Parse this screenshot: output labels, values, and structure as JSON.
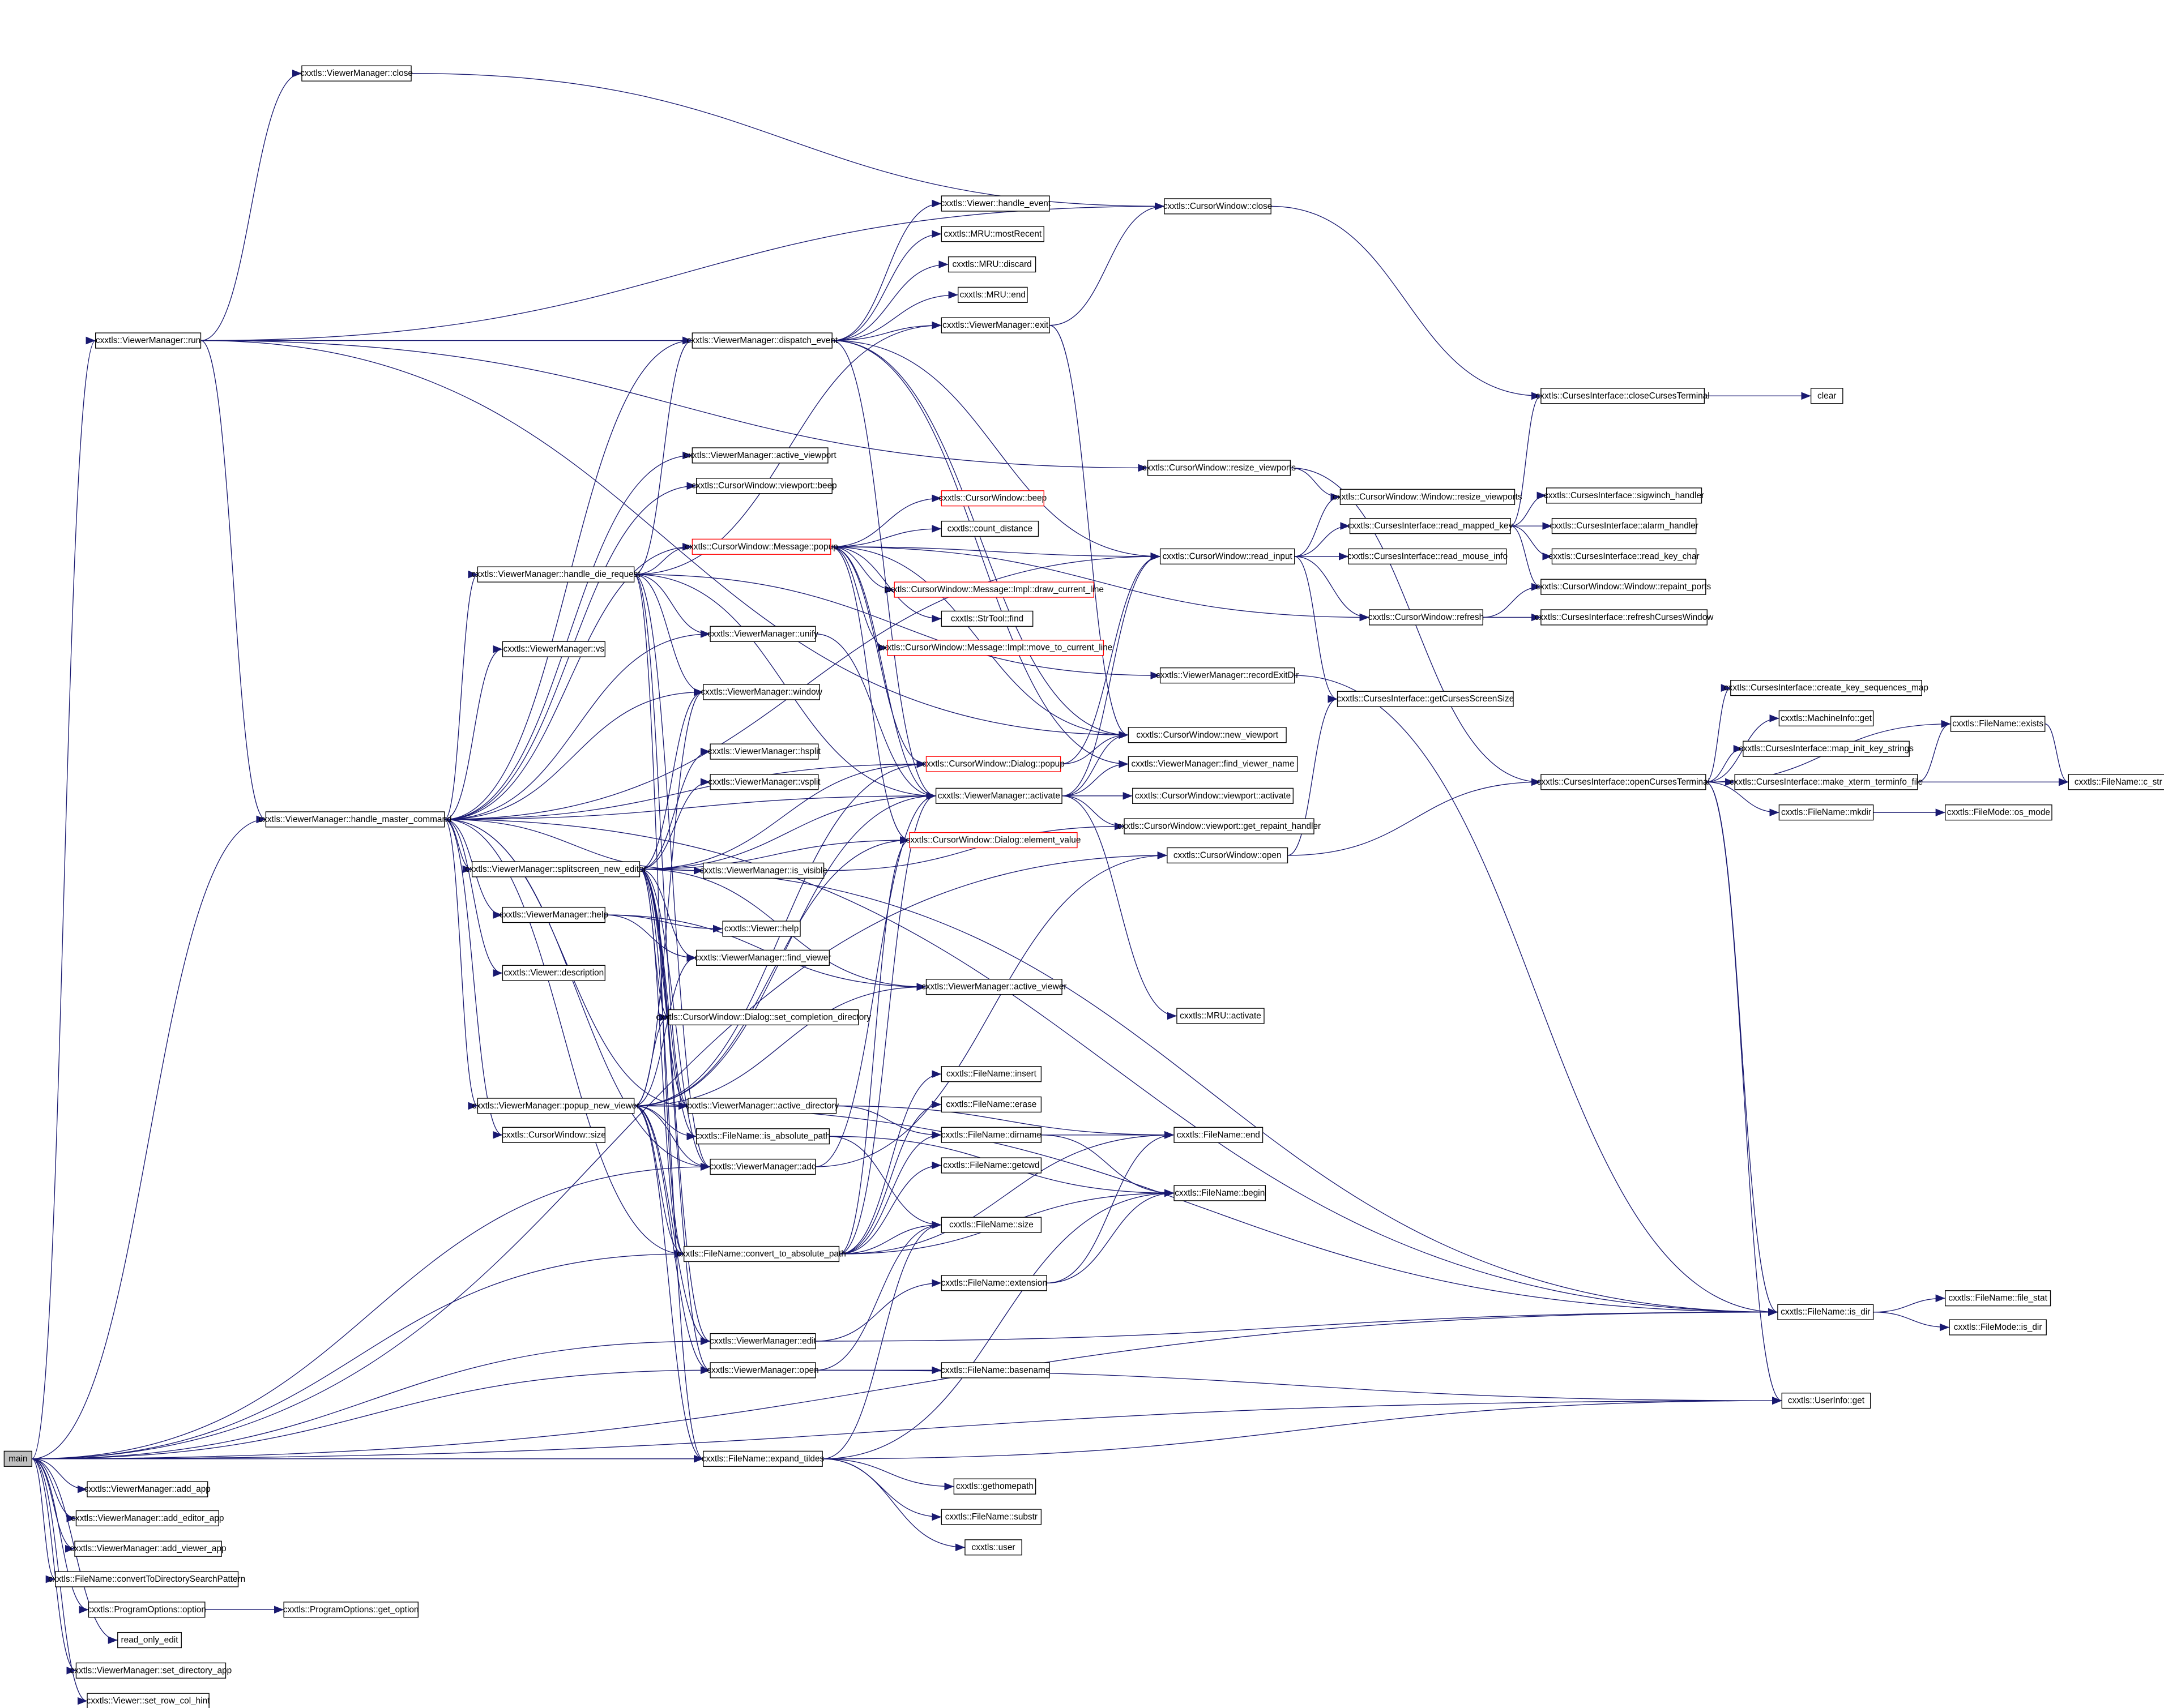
{
  "edge_color": "#191970",
  "nodes": [
    {
      "id": "main",
      "label": "main",
      "style": "root"
    },
    {
      "id": "vm_close",
      "label": "cxxtls::ViewerManager::close"
    },
    {
      "id": "vm_run",
      "label": "cxxtls::ViewerManager::run"
    },
    {
      "id": "vm_hmc",
      "label": "cxxtls::ViewerManager::handle_master_command"
    },
    {
      "id": "vm_dispatch",
      "label": "cxxtls::ViewerManager::dispatch_event"
    },
    {
      "id": "viewer_handle",
      "label": "cxxtls::Viewer::handle_event"
    },
    {
      "id": "mru_recent",
      "label": "cxxtls::MRU::mostRecent"
    },
    {
      "id": "mru_discard",
      "label": "cxxtls::MRU::discard"
    },
    {
      "id": "mru_end",
      "label": "cxxtls::MRU::end"
    },
    {
      "id": "vm_exit",
      "label": "cxxtls::ViewerManager::exit"
    },
    {
      "id": "cw_close",
      "label": "cxxtls::CursorWindow::close"
    },
    {
      "id": "ci_close",
      "label": "cxxtls::CursesInterface::closeCursesTerminal"
    },
    {
      "id": "clear",
      "label": "clear"
    },
    {
      "id": "cw_resize",
      "label": "cxxtls::CursorWindow::resize_viewports"
    },
    {
      "id": "cw_win_resize",
      "label": "cxxtls::CursorWindow::Window::resize_viewports"
    },
    {
      "id": "vm_active_viewport",
      "label": "cxxtls::ViewerManager::active_viewport"
    },
    {
      "id": "cw_vp_beep",
      "label": "cxxtls::CursorWindow::viewport::beep"
    },
    {
      "id": "cw_beep",
      "label": "cxxtls::CursorWindow::beep",
      "style": "red"
    },
    {
      "id": "count_distance",
      "label": "cxxtls::count_distance"
    },
    {
      "id": "msg_popup",
      "label": "cxxtls::CursorWindow::Message::popup",
      "style": "red"
    },
    {
      "id": "msg_draw",
      "label": "cxxtls::CursorWindow::Message::Impl::draw_current_line",
      "style": "red"
    },
    {
      "id": "strtool_find",
      "label": "cxxtls::StrTool::find"
    },
    {
      "id": "msg_move",
      "label": "cxxtls::CursorWindow::Message::Impl::move_to_current_line",
      "style": "red"
    },
    {
      "id": "vm_die",
      "label": "cxxtls::ViewerManager::handle_die_request"
    },
    {
      "id": "vm_unify",
      "label": "cxxtls::ViewerManager::unify"
    },
    {
      "id": "vm_vs",
      "label": "cxxtls::ViewerManager::vs"
    },
    {
      "id": "vm_window",
      "label": "cxxtls::ViewerManager::window"
    },
    {
      "id": "vm_hsplit",
      "label": "cxxtls::ViewerManager::hsplit"
    },
    {
      "id": "vm_vsplit",
      "label": "cxxtls::ViewerManager::vsplit"
    },
    {
      "id": "dlg_popup",
      "label": "cxxtls::CursorWindow::Dialog::popup",
      "style": "red"
    },
    {
      "id": "vm_activate",
      "label": "cxxtls::ViewerManager::activate"
    },
    {
      "id": "dlg_elem",
      "label": "cxxtls::CursorWindow::Dialog::element_value",
      "style": "red"
    },
    {
      "id": "vm_split",
      "label": "cxxtls::ViewerManager::splitscreen_new_editor"
    },
    {
      "id": "vm_visible",
      "label": "cxxtls::ViewerManager::is_visible"
    },
    {
      "id": "vm_help",
      "label": "cxxtls::ViewerManager::help"
    },
    {
      "id": "viewer_help",
      "label": "cxxtls::Viewer::help"
    },
    {
      "id": "vm_find_viewer",
      "label": "cxxtls::ViewerManager::find_viewer"
    },
    {
      "id": "viewer_desc",
      "label": "cxxtls::Viewer::description"
    },
    {
      "id": "vm_active_viewer",
      "label": "cxxtls::ViewerManager::active_viewer"
    },
    {
      "id": "dlg_setdir",
      "label": "cxxtls::CursorWindow::Dialog::set_completion_directory"
    },
    {
      "id": "vm_popup_new",
      "label": "cxxtls::ViewerManager::popup_new_viewer"
    },
    {
      "id": "vm_active_dir",
      "label": "cxxtls::ViewerManager::active_directory"
    },
    {
      "id": "cw_size",
      "label": "cxxtls::CursorWindow::size"
    },
    {
      "id": "fn_isabs",
      "label": "cxxtls::FileName::is_absolute_path"
    },
    {
      "id": "vm_add",
      "label": "cxxtls::ViewerManager::add"
    },
    {
      "id": "fn_convert",
      "label": "cxxtls::FileName::convert_to_absolute_path"
    },
    {
      "id": "vm_edit",
      "label": "cxxtls::ViewerManager::edit"
    },
    {
      "id": "vm_open",
      "label": "cxxtls::ViewerManager::open"
    },
    {
      "id": "fn_expand",
      "label": "cxxtls::FileName::expand_tildes"
    },
    {
      "id": "fn_insert",
      "label": "cxxtls::FileName::insert"
    },
    {
      "id": "fn_erase",
      "label": "cxxtls::FileName::erase"
    },
    {
      "id": "fn_dirname",
      "label": "cxxtls::FileName::dirname"
    },
    {
      "id": "fn_getcwd",
      "label": "cxxtls::FileName::getcwd"
    },
    {
      "id": "fn_size",
      "label": "cxxtls::FileName::size"
    },
    {
      "id": "fn_ext",
      "label": "cxxtls::FileName::extension"
    },
    {
      "id": "fn_basename",
      "label": "cxxtls::FileName::basename"
    },
    {
      "id": "gethomepath",
      "label": "cxxtls::gethomepath"
    },
    {
      "id": "fn_substr",
      "label": "cxxtls::FileName::substr"
    },
    {
      "id": "user",
      "label": "cxxtls::user"
    },
    {
      "id": "cw_read_input",
      "label": "cxxtls::CursorWindow::read_input"
    },
    {
      "id": "vm_record",
      "label": "cxxtls::ViewerManager::recordExitDir"
    },
    {
      "id": "cw_new_vp",
      "label": "cxxtls::CursorWindow::new_viewport"
    },
    {
      "id": "vm_find_name",
      "label": "cxxtls::ViewerManager::find_viewer_name"
    },
    {
      "id": "cw_vp_activate",
      "label": "cxxtls::CursorWindow::viewport::activate"
    },
    {
      "id": "cw_vp_repaint",
      "label": "cxxtls::CursorWindow::viewport::get_repaint_handler"
    },
    {
      "id": "cw_open",
      "label": "cxxtls::CursorWindow::open"
    },
    {
      "id": "mru_activate",
      "label": "cxxtls::MRU::activate"
    },
    {
      "id": "fn_end",
      "label": "cxxtls::FileName::end"
    },
    {
      "id": "fn_begin",
      "label": "cxxtls::FileName::begin"
    },
    {
      "id": "ci_read_mapped",
      "label": "cxxtls::CursesInterface::read_mapped_key"
    },
    {
      "id": "ci_mouse",
      "label": "cxxtls::CursesInterface::read_mouse_info"
    },
    {
      "id": "cw_refresh",
      "label": "cxxtls::CursorWindow::refresh"
    },
    {
      "id": "ci_screen",
      "label": "cxxtls::CursesInterface::getCursesScreenSize"
    },
    {
      "id": "ci_sigwinch",
      "label": "cxxtls::CursesInterface::sigwinch_handler"
    },
    {
      "id": "ci_alarm",
      "label": "cxxtls::CursesInterface::alarm_handler"
    },
    {
      "id": "ci_keychar",
      "label": "cxxtls::CursesInterface::read_key_char"
    },
    {
      "id": "cw_repaint_ports",
      "label": "cxxtls::CursorWindow::Window::repaint_ports"
    },
    {
      "id": "ci_refresh",
      "label": "cxxtls::CursesInterface::refreshCursesWindow"
    },
    {
      "id": "ci_open",
      "label": "cxxtls::CursesInterface::openCursesTerminal"
    },
    {
      "id": "ci_keyseq",
      "label": "cxxtls::CursesInterface::create_key_sequences_map"
    },
    {
      "id": "machine_get",
      "label": "cxxtls::MachineInfo::get"
    },
    {
      "id": "ci_mapinit",
      "label": "cxxtls::CursesInterface::map_init_key_strings"
    },
    {
      "id": "ci_xterm",
      "label": "cxxtls::CursesInterface::make_xterm_terminfo_file"
    },
    {
      "id": "fn_mkdir",
      "label": "cxxtls::FileName::mkdir"
    },
    {
      "id": "fn_exists",
      "label": "cxxtls::FileName::exists"
    },
    {
      "id": "fn_cstr",
      "label": "cxxtls::FileName::c_str"
    },
    {
      "id": "fm_osmode",
      "label": "cxxtls::FileMode::os_mode"
    },
    {
      "id": "fn_isdir",
      "label": "cxxtls::FileName::is_dir"
    },
    {
      "id": "fn_stat",
      "label": "cxxtls::FileName::file_stat"
    },
    {
      "id": "fm_isdir",
      "label": "cxxtls::FileMode::is_dir"
    },
    {
      "id": "userinfo_get",
      "label": "cxxtls::UserInfo::get"
    },
    {
      "id": "vm_add_app",
      "label": "cxxtls::ViewerManager::add_app"
    },
    {
      "id": "vm_add_editor",
      "label": "cxxtls::ViewerManager::add_editor_app"
    },
    {
      "id": "vm_add_viewer",
      "label": "cxxtls::ViewerManager::add_viewer_app"
    },
    {
      "id": "fn_convdir",
      "label": "cxxtls::FileName::convertToDirectorySearchPattern"
    },
    {
      "id": "po_option",
      "label": "cxxtls::ProgramOptions::option"
    },
    {
      "id": "po_get",
      "label": "cxxtls::ProgramOptions::get_option"
    },
    {
      "id": "read_only",
      "label": "read_only_edit"
    },
    {
      "id": "vm_setdir",
      "label": "cxxtls::ViewerManager::set_directory_app"
    },
    {
      "id": "viewer_hint",
      "label": "cxxtls::Viewer::set_row_col_hint"
    }
  ],
  "edges": [
    [
      "main",
      "vm_run"
    ],
    [
      "main",
      "vm_hmc"
    ],
    [
      "main",
      "vm_add"
    ],
    [
      "main",
      "fn_convert"
    ],
    [
      "main",
      "vm_edit"
    ],
    [
      "main",
      "vm_open"
    ],
    [
      "main",
      "fn_expand"
    ],
    [
      "main",
      "fn_isdir"
    ],
    [
      "main",
      "userinfo_get"
    ],
    [
      "main",
      "cw_open"
    ],
    [
      "main",
      "vm_add_app"
    ],
    [
      "main",
      "vm_add_editor"
    ],
    [
      "main",
      "vm_add_viewer"
    ],
    [
      "main",
      "fn_convdir"
    ],
    [
      "main",
      "po_option"
    ],
    [
      "main",
      "read_only"
    ],
    [
      "main",
      "vm_setdir"
    ],
    [
      "main",
      "viewer_hint"
    ],
    [
      "po_option",
      "po_get"
    ],
    [
      "vm_run",
      "vm_close"
    ],
    [
      "vm_run",
      "vm_dispatch"
    ],
    [
      "vm_run",
      "vm_hmc"
    ],
    [
      "vm_run",
      "cw_close"
    ],
    [
      "vm_run",
      "cw_resize"
    ],
    [
      "vm_run",
      "cw_new_vp"
    ],
    [
      "vm_close",
      "cw_close"
    ],
    [
      "vm_dispatch",
      "viewer_handle"
    ],
    [
      "vm_dispatch",
      "mru_recent"
    ],
    [
      "vm_dispatch",
      "mru_discard"
    ],
    [
      "vm_dispatch",
      "mru_end"
    ],
    [
      "vm_dispatch",
      "vm_exit"
    ],
    [
      "vm_dispatch",
      "vm_activate"
    ],
    [
      "vm_dispatch",
      "cw_new_vp"
    ],
    [
      "vm_dispatch",
      "cw_read_input"
    ],
    [
      "vm_dispatch",
      "vm_find_name"
    ],
    [
      "vm_exit",
      "cw_close"
    ],
    [
      "vm_exit",
      "cw_new_vp"
    ],
    [
      "cw_close",
      "ci_close"
    ],
    [
      "ci_close",
      "clear"
    ],
    [
      "cw_resize",
      "cw_win_resize"
    ],
    [
      "cw_resize",
      "ci_open"
    ],
    [
      "vm_hmc",
      "vm_active_viewport"
    ],
    [
      "vm_hmc",
      "cw_vp_beep"
    ],
    [
      "vm_hmc",
      "vm_die"
    ],
    [
      "vm_hmc",
      "vm_vs"
    ],
    [
      "vm_hmc",
      "vm_window"
    ],
    [
      "vm_hmc",
      "vm_unify"
    ],
    [
      "vm_hmc",
      "vm_split"
    ],
    [
      "vm_hmc",
      "vm_help"
    ],
    [
      "vm_hmc",
      "viewer_desc"
    ],
    [
      "vm_hmc",
      "vm_popup_new"
    ],
    [
      "vm_hmc",
      "cw_size"
    ],
    [
      "vm_hmc",
      "vm_active_dir"
    ],
    [
      "vm_hmc",
      "vm_add"
    ],
    [
      "vm_hmc",
      "msg_popup"
    ],
    [
      "vm_hmc",
      "vm_dispatch"
    ],
    [
      "vm_hmc",
      "cw_read_input"
    ],
    [
      "vm_hmc",
      "vm_visible"
    ],
    [
      "vm_hmc",
      "fn_convert"
    ],
    [
      "vm_hmc",
      "dlg_popup"
    ],
    [
      "vm_hmc",
      "fn_isdir"
    ],
    [
      "vm_hmc",
      "vm_activate"
    ],
    [
      "vm_die",
      "msg_popup"
    ],
    [
      "vm_die",
      "vm_unify"
    ],
    [
      "vm_die",
      "vm_window"
    ],
    [
      "vm_die",
      "vm_dispatch"
    ],
    [
      "vm_die",
      "vm_exit"
    ],
    [
      "vm_die",
      "vm_activate"
    ],
    [
      "vm_die",
      "vm_add"
    ],
    [
      "vm_die",
      "vm_record"
    ],
    [
      "vm_die",
      "fn_convert"
    ],
    [
      "vm_die",
      "vm_active_dir"
    ],
    [
      "msg_popup",
      "cw_beep"
    ],
    [
      "msg_popup",
      "count_distance"
    ],
    [
      "msg_popup",
      "msg_draw"
    ],
    [
      "msg_popup",
      "strtool_find"
    ],
    [
      "msg_popup",
      "msg_move"
    ],
    [
      "msg_popup",
      "cw_read_input"
    ],
    [
      "msg_popup",
      "cw_refresh"
    ],
    [
      "msg_popup",
      "vm_activate"
    ],
    [
      "msg_popup",
      "cw_new_vp"
    ],
    [
      "msg_popup",
      "dlg_popup"
    ],
    [
      "msg_popup",
      "dlg_elem"
    ],
    [
      "vm_unify",
      "vm_activate"
    ],
    [
      "dlg_popup",
      "cw_read_input"
    ],
    [
      "dlg_popup",
      "cw_new_vp"
    ],
    [
      "vm_activate",
      "cw_vp_activate"
    ],
    [
      "vm_activate",
      "cw_new_vp"
    ],
    [
      "vm_activate",
      "vm_find_name"
    ],
    [
      "vm_activate",
      "cw_vp_repaint"
    ],
    [
      "vm_activate",
      "mru_activate"
    ],
    [
      "vm_activate",
      "cw_read_input"
    ],
    [
      "vm_split",
      "vm_window"
    ],
    [
      "vm_split",
      "vm_hsplit"
    ],
    [
      "vm_split",
      "vm_vsplit"
    ],
    [
      "vm_split",
      "vm_visible"
    ],
    [
      "vm_split",
      "vm_activate"
    ],
    [
      "vm_split",
      "dlg_popup"
    ],
    [
      "vm_split",
      "dlg_elem"
    ],
    [
      "vm_split",
      "vm_find_viewer"
    ],
    [
      "vm_split",
      "dlg_setdir"
    ],
    [
      "vm_split",
      "vm_active_dir"
    ],
    [
      "vm_split",
      "vm_add"
    ],
    [
      "vm_split",
      "fn_convert"
    ],
    [
      "vm_split",
      "fn_isabs"
    ],
    [
      "vm_split",
      "vm_edit"
    ],
    [
      "vm_split",
      "vm_open"
    ],
    [
      "vm_split",
      "fn_expand"
    ],
    [
      "vm_split",
      "fn_isdir"
    ],
    [
      "vm_split",
      "vm_active_viewer"
    ],
    [
      "vm_visible",
      "cw_vp_repaint"
    ],
    [
      "vm_help",
      "viewer_help"
    ],
    [
      "vm_help",
      "vm_find_viewer"
    ],
    [
      "vm_help",
      "vm_active_viewer"
    ],
    [
      "vm_popup_new",
      "vm_window"
    ],
    [
      "vm_popup_new",
      "vm_active_viewer"
    ],
    [
      "vm_popup_new",
      "vm_find_viewer"
    ],
    [
      "vm_popup_new",
      "vm_active_dir"
    ],
    [
      "vm_popup_new",
      "fn_isabs"
    ],
    [
      "vm_popup_new",
      "vm_add"
    ],
    [
      "vm_popup_new",
      "fn_convert"
    ],
    [
      "vm_popup_new",
      "vm_edit"
    ],
    [
      "vm_popup_new",
      "vm_open"
    ],
    [
      "vm_popup_new",
      "fn_expand"
    ],
    [
      "vm_popup_new",
      "fn_isdir"
    ],
    [
      "vm_popup_new",
      "dlg_popup"
    ],
    [
      "vm_popup_new",
      "dlg_elem"
    ],
    [
      "vm_popup_new",
      "vm_activate"
    ],
    [
      "vm_popup_new",
      "dlg_setdir"
    ],
    [
      "vm_active_dir",
      "fn_dirname"
    ],
    [
      "vm_active_dir",
      "fn_end"
    ],
    [
      "fn_isabs",
      "fn_size"
    ],
    [
      "fn_isabs",
      "fn_begin"
    ],
    [
      "vm_add",
      "vm_activate"
    ],
    [
      "vm_add",
      "cw_open"
    ],
    [
      "fn_convert",
      "fn_insert"
    ],
    [
      "fn_convert",
      "fn_erase"
    ],
    [
      "fn_convert",
      "fn_dirname"
    ],
    [
      "fn_convert",
      "fn_getcwd"
    ],
    [
      "fn_convert",
      "fn_size"
    ],
    [
      "fn_convert",
      "fn_begin"
    ],
    [
      "fn_convert",
      "fn_end"
    ],
    [
      "fn_convert",
      "vm_activate"
    ],
    [
      "fn_convert",
      "dlg_elem"
    ],
    [
      "fn_dirname",
      "fn_end"
    ],
    [
      "fn_dirname",
      "fn_begin"
    ],
    [
      "fn_ext",
      "fn_begin"
    ],
    [
      "fn_ext",
      "fn_end"
    ],
    [
      "vm_edit",
      "fn_ext"
    ],
    [
      "vm_edit",
      "fn_isdir"
    ],
    [
      "vm_open",
      "fn_basename"
    ],
    [
      "vm_open",
      "fn_size"
    ],
    [
      "vm_open",
      "userinfo_get"
    ],
    [
      "fn_expand",
      "gethomepath"
    ],
    [
      "fn_expand",
      "fn_substr"
    ],
    [
      "fn_expand",
      "user"
    ],
    [
      "fn_expand",
      "fn_size"
    ],
    [
      "fn_expand",
      "fn_begin"
    ],
    [
      "fn_expand",
      "userinfo_get"
    ],
    [
      "cw_read_input",
      "ci_read_mapped"
    ],
    [
      "cw_read_input",
      "ci_mouse"
    ],
    [
      "cw_read_input",
      "cw_refresh"
    ],
    [
      "cw_read_input",
      "cw_win_resize"
    ],
    [
      "cw_read_input",
      "ci_screen"
    ],
    [
      "cw_open",
      "ci_screen"
    ],
    [
      "cw_open",
      "ci_open"
    ],
    [
      "ci_read_mapped",
      "ci_sigwinch"
    ],
    [
      "ci_read_mapped",
      "ci_alarm"
    ],
    [
      "ci_read_mapped",
      "ci_keychar"
    ],
    [
      "ci_read_mapped",
      "ci_close"
    ],
    [
      "ci_read_mapped",
      "cw_repaint_ports"
    ],
    [
      "cw_refresh",
      "cw_repaint_ports"
    ],
    [
      "cw_refresh",
      "ci_refresh"
    ],
    [
      "ci_open",
      "ci_keyseq"
    ],
    [
      "ci_open",
      "machine_get"
    ],
    [
      "ci_open",
      "ci_mapinit"
    ],
    [
      "ci_open",
      "ci_xterm"
    ],
    [
      "ci_open",
      "fn_mkdir"
    ],
    [
      "ci_open",
      "fn_exists"
    ],
    [
      "ci_open",
      "fn_cstr"
    ],
    [
      "ci_open",
      "fn_isdir"
    ],
    [
      "ci_open",
      "userinfo_get"
    ],
    [
      "ci_xterm",
      "fn_exists"
    ],
    [
      "ci_xterm",
      "fn_cstr"
    ],
    [
      "fn_mkdir",
      "fm_osmode"
    ],
    [
      "fn_exists",
      "fn_cstr"
    ],
    [
      "fn_isdir",
      "fn_stat"
    ],
    [
      "fn_isdir",
      "fm_isdir"
    ],
    [
      "vm_record",
      "fn_isdir"
    ]
  ]
}
